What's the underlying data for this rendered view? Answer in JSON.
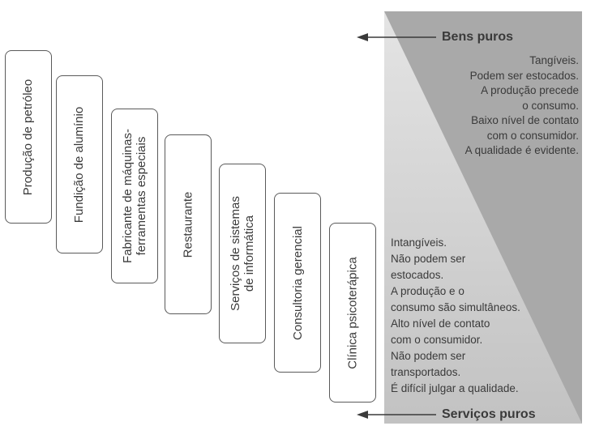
{
  "boxes": [
    {
      "label": "Produção de petróleo"
    },
    {
      "label": "Fundição de alumínio"
    },
    {
      "label": "Fabricante de máquinas-\nferramentas especiais"
    },
    {
      "label": "Restaurante"
    },
    {
      "label": "Serviços de sistemas\nde informática"
    },
    {
      "label": "Consultoria gerencial"
    },
    {
      "label": "Clínica psicoterápica"
    }
  ],
  "bens": {
    "title": "Bens puros",
    "lines": [
      "Tangíveis.",
      "Podem ser estocados.",
      "A produção precede",
      "o consumo.",
      "Baixo nível de contato",
      "com o consumidor.",
      "A qualidade é evidente."
    ]
  },
  "servicos": {
    "title": "Serviços puros",
    "lines": [
      "Intangíveis.",
      "Não podem ser",
      "estocados.",
      "A produção e o",
      "consumo são simultâneos.",
      "Alto nível de contato",
      "com o consumidor.",
      "Não podem ser",
      "transportados.",
      "É difícil julgar a qualidade."
    ]
  },
  "colors": {
    "panel": "#a9a9a9",
    "panel_light": "#e4e4e4",
    "border": "#5a5a5a",
    "text": "#3a3a3a"
  }
}
